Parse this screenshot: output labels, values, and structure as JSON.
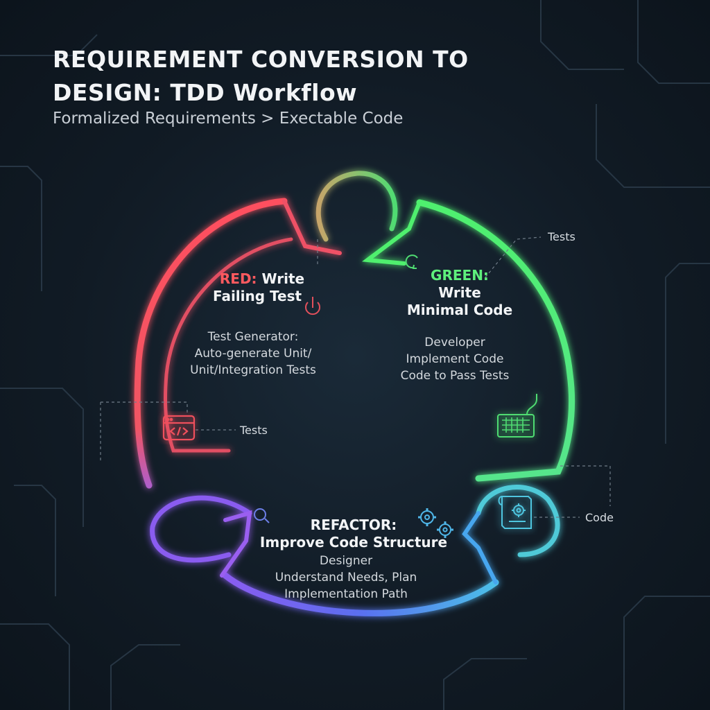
{
  "title": "REQUIREMENT CONVERSION TO DESIGN: TDD Workflow",
  "subtitle": "Formalized Requirements > Exectable Code",
  "red": {
    "prefix": "RED:",
    "heading_rest": "Write",
    "heading_line2": "Failing Test",
    "body": [
      "Test Generator:",
      "Auto-generate Unit/",
      "Unit/Integration Tests"
    ]
  },
  "green": {
    "prefix": "GREEN:",
    "heading_line2": "Write",
    "heading_line3": "Minimal Code",
    "body": [
      "Developer",
      "Implement Code",
      "Code to Pass Tests"
    ]
  },
  "refactor": {
    "heading": "REFACTOR:",
    "heading_line2": "Improve Code Structure",
    "body": [
      "Designer",
      "Understand Needs, Plan",
      "Implementation Path"
    ]
  },
  "labels": {
    "tests_right": "Tests",
    "tests_left": "Tests",
    "code_right": "Code"
  },
  "colors": {
    "red": "#ff4f5e",
    "green": "#4ff06e",
    "blue": "#46a6ef",
    "purple": "#8a5cf0",
    "background": "#111b25"
  },
  "icons": [
    "code-window-icon",
    "keyboard-icon",
    "blueprint-gear-icon",
    "gears-icon",
    "power-icon",
    "refresh-icon"
  ]
}
